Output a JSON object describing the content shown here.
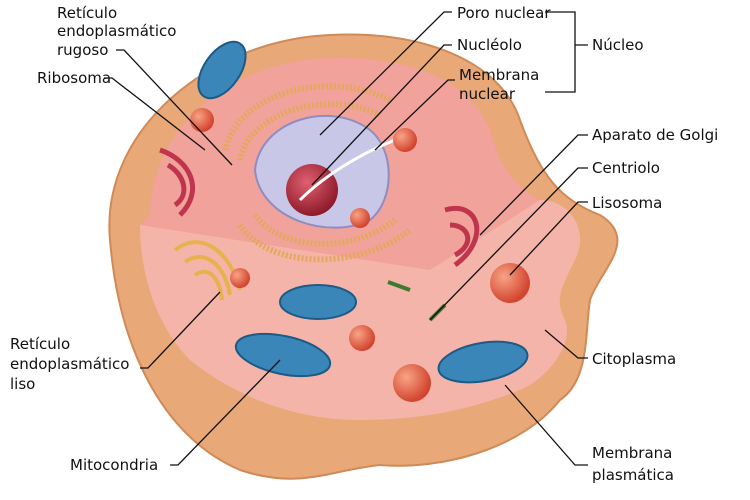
{
  "labels": {
    "rer": [
      "Retículo",
      "endoplasmático",
      "rugoso"
    ],
    "ribosoma": "Ribosoma",
    "poro_nuclear": "Poro nuclear",
    "nucleolo": "Nucléolo",
    "membrana_nuclear": [
      "Membrana",
      "nuclear"
    ],
    "nucleo": "Núcleo",
    "golgi": "Aparato de Golgi",
    "centriolo": "Centriolo",
    "lisosoma": "Lisosoma",
    "citoplasma": "Citoplasma",
    "membrana_plasmatica": [
      "Membrana",
      "plasmática"
    ],
    "rel": [
      "Retículo",
      "endoplasmático",
      "liso"
    ],
    "mitocondria": "Mitocondria"
  },
  "colors": {
    "membrane": "#e9a877",
    "cytoplasm": "#f5b4a9",
    "mitochondria": "#3a86b8",
    "nucleus": "#c9c7e8",
    "nucleolus": "#b8323f",
    "lysosome": "#e0573f",
    "golgi": "#c0354e"
  }
}
